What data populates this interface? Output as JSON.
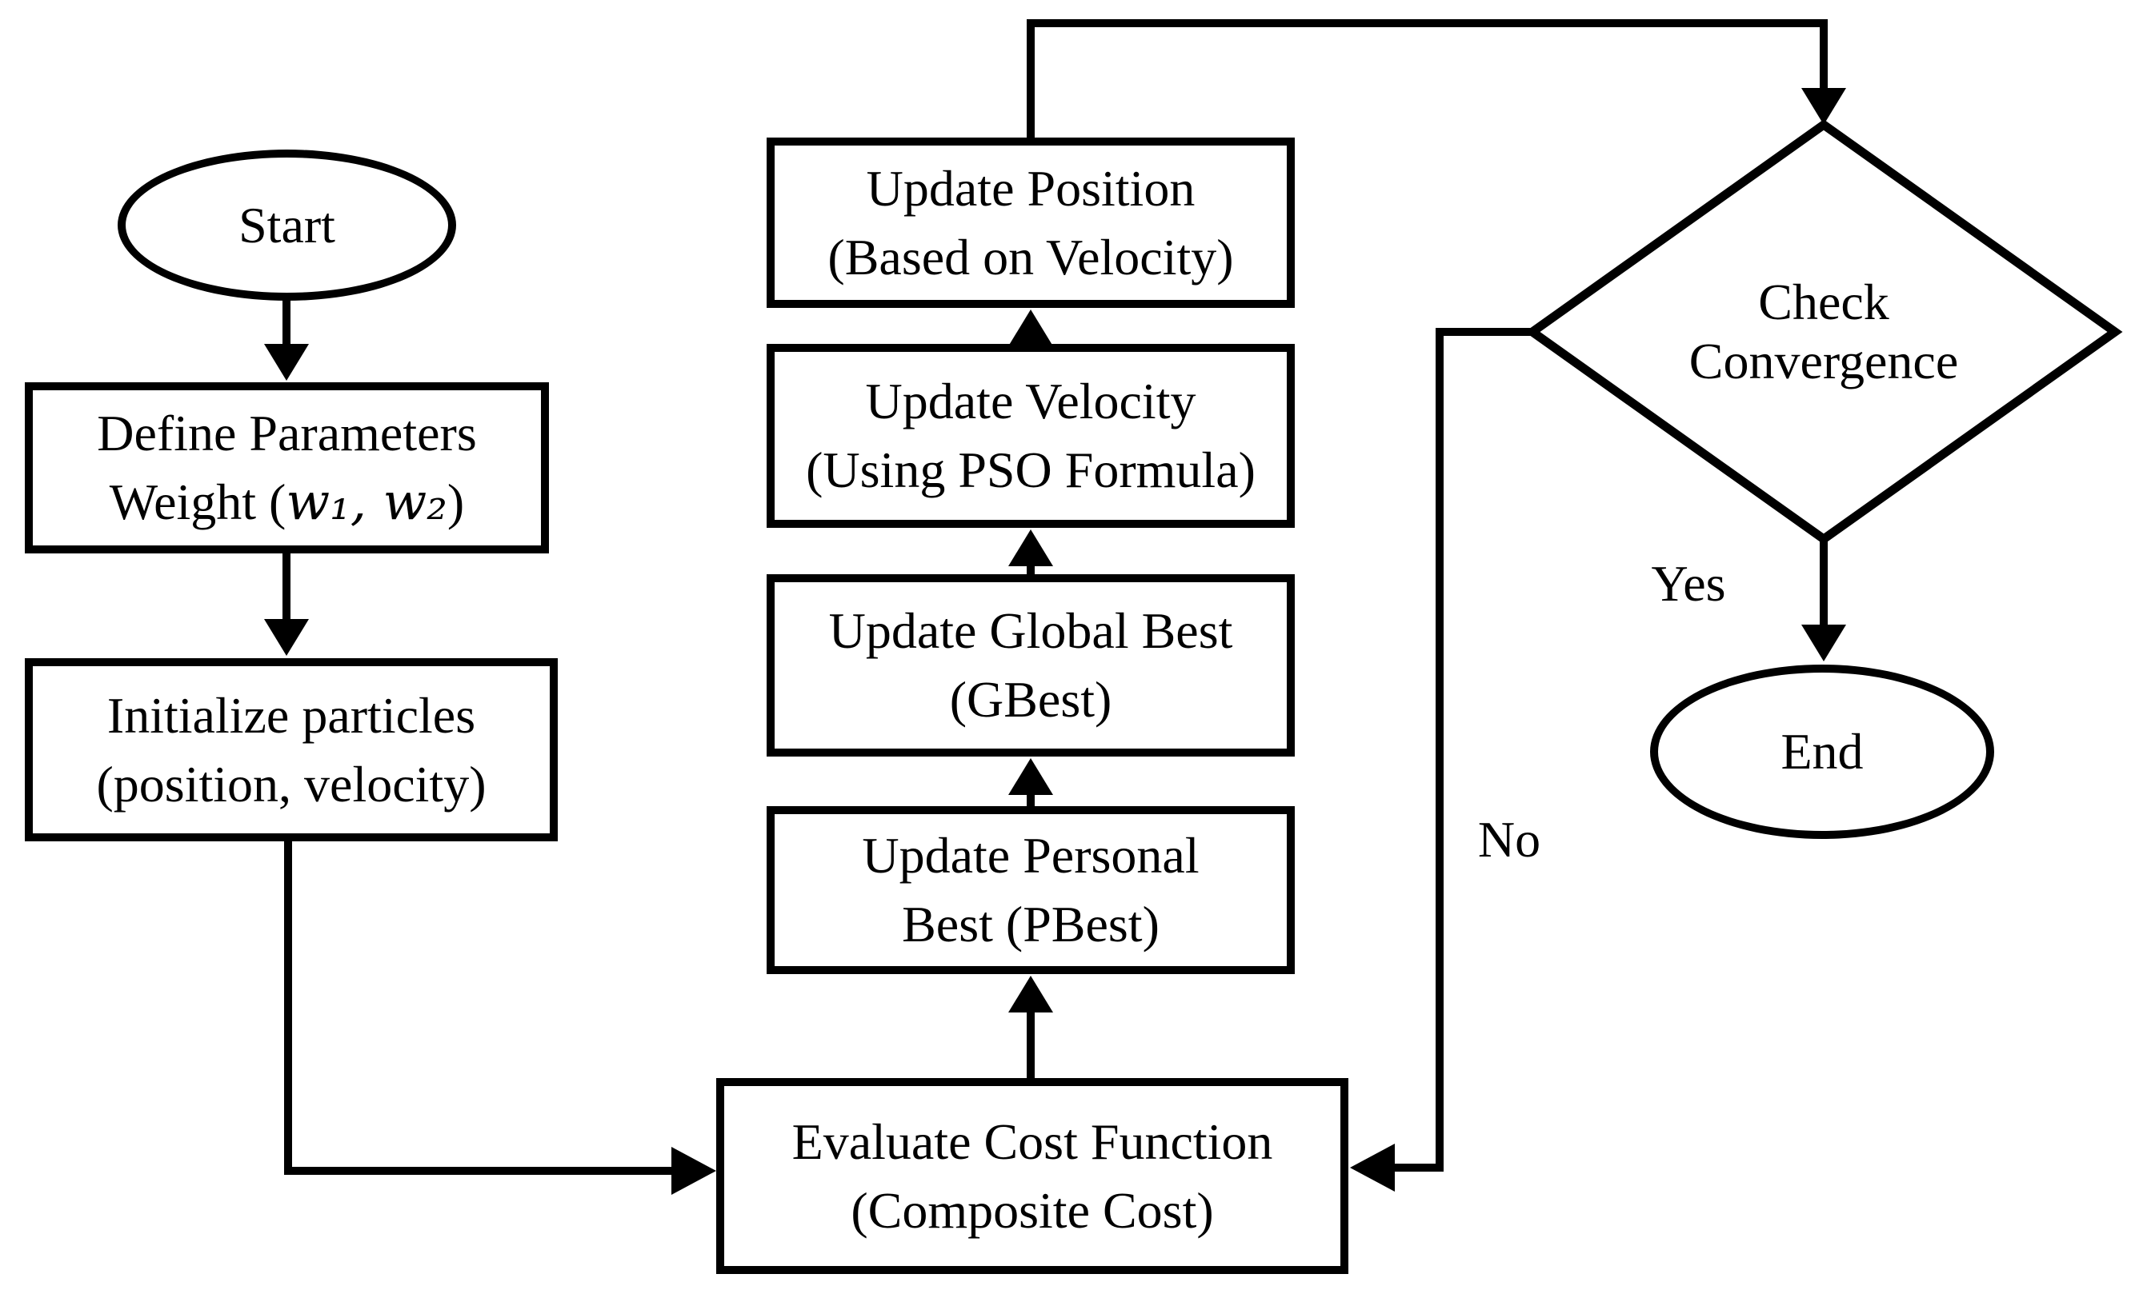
{
  "nodes": {
    "start": {
      "type": "terminator",
      "label": "Start"
    },
    "define_params": {
      "type": "process",
      "line1": "Define Parameters",
      "line2_prefix": "Weight (",
      "line2_math": "w₁, w₂",
      "line2_suffix": ")"
    },
    "initialize": {
      "type": "process",
      "line1": "Initialize particles",
      "line2": "(position, velocity)"
    },
    "evaluate_cost": {
      "type": "process",
      "line1": "Evaluate Cost Function",
      "line2": "(Composite Cost)"
    },
    "update_pbest": {
      "type": "process",
      "line1": "Update Personal",
      "line2": "Best (PBest)"
    },
    "update_gbest": {
      "type": "process",
      "line1": "Update Global Best",
      "line2": "(GBest)"
    },
    "update_velocity": {
      "type": "process",
      "line1": "Update Velocity",
      "line2": "(Using PSO Formula)"
    },
    "update_position": {
      "type": "process",
      "line1": "Update Position",
      "line2": "(Based on Velocity)"
    },
    "check_convergence": {
      "type": "decision",
      "line1": "Check",
      "line2": "Convergence"
    },
    "end": {
      "type": "terminator",
      "label": "End"
    }
  },
  "edge_labels": {
    "yes": "Yes",
    "no": "No"
  },
  "colors": {
    "line": "#000000",
    "text": "#000000",
    "background": "#ffffff",
    "node_fill": "#ffffff"
  }
}
